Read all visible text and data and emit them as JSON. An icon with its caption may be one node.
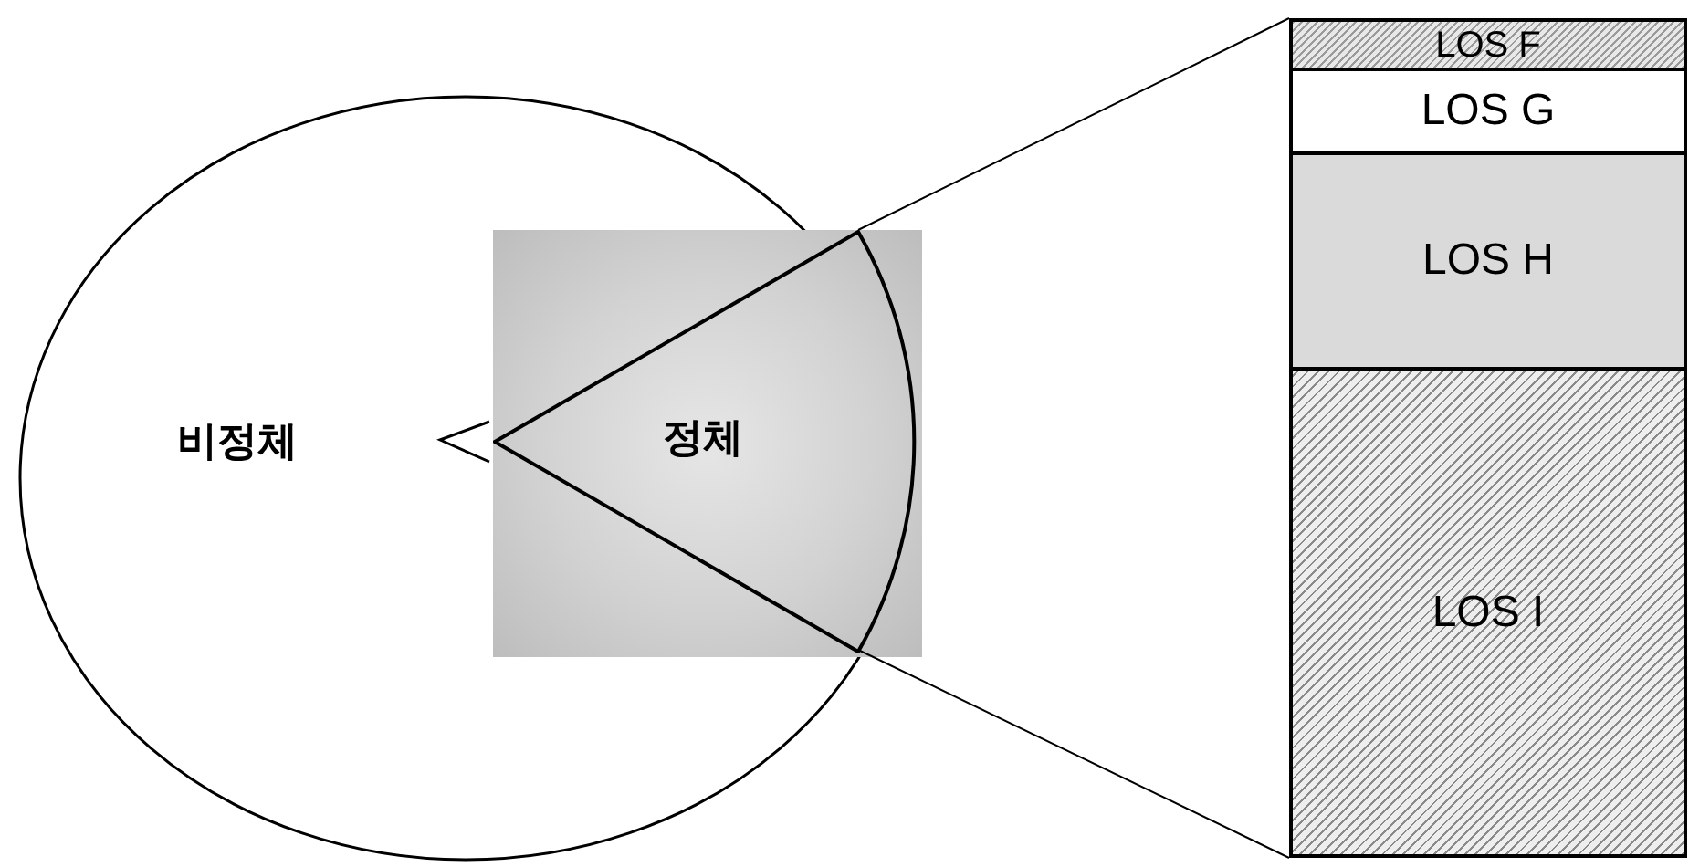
{
  "diagram": {
    "nodes": [
      {
        "text": [
          "비정체"
        ]
      },
      {
        "text": [
          "정체"
        ],
        "in": 0
      },
      {
        "text": [],
        "shape": "bar"
      },
      {
        "text": [
          "LOS F"
        ],
        "in": 2
      },
      {
        "text": [
          "LOS G"
        ],
        "in": 2
      },
      {
        "text": [
          "LOS H"
        ],
        "in": 2
      },
      {
        "text": [
          "LOS I"
        ],
        "in": 2
      }
    ],
    "edges": [
      {
        "from": 1,
        "to": 2,
        "arrow": "none"
      },
      {
        "from": 1,
        "to": 2,
        "arrow": "none"
      }
    ]
  }
}
